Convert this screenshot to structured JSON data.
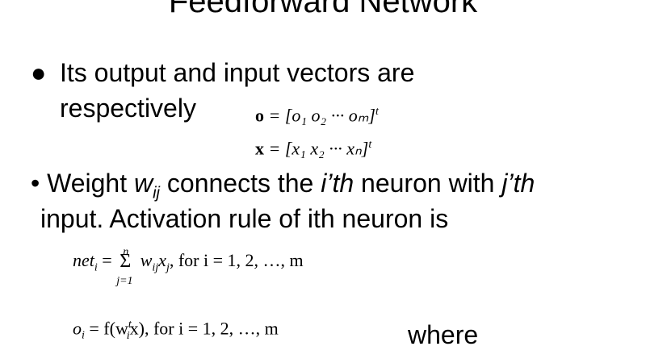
{
  "slide": {
    "title": "Feedforward Network",
    "bullet1": {
      "marker": "●",
      "line1": "Its output and input vectors are",
      "line2": "respectively"
    },
    "eq_o": {
      "lhs": "o",
      "rhs": "= [o₁   o₂   ···   oₘ]",
      "sup": "t"
    },
    "eq_x": {
      "lhs": "x",
      "rhs": "= [x₁   x₂   ···   xₙ]",
      "sup": "t"
    },
    "bullet2": {
      "marker": "•",
      "pre": "Weight ",
      "w": "w",
      "ij": "ij",
      "mid": " connects the ",
      "ith": "i’th",
      "mid2": " neuron with ",
      "jth": "j’th",
      "line2": "input. Activation rule of ith neuron is"
    },
    "eq_net": {
      "lhs": "net",
      "lhs_sub": "i",
      "eq": " = ",
      "sum_top": "n",
      "sum_bottom": "j=1",
      "term": "w",
      "term_sub": "ij",
      "term2": "x",
      "term2_sub": "j",
      "tail": ",    for i = 1, 2, …, m"
    },
    "eq_oi": {
      "lhs": "o",
      "lhs_sub": "i",
      "mid": " = f(w",
      "mid_sup": "t",
      "mid_sub": "i",
      "mid2": "x),    for i = 1, 2, …, m"
    },
    "where": "where"
  }
}
